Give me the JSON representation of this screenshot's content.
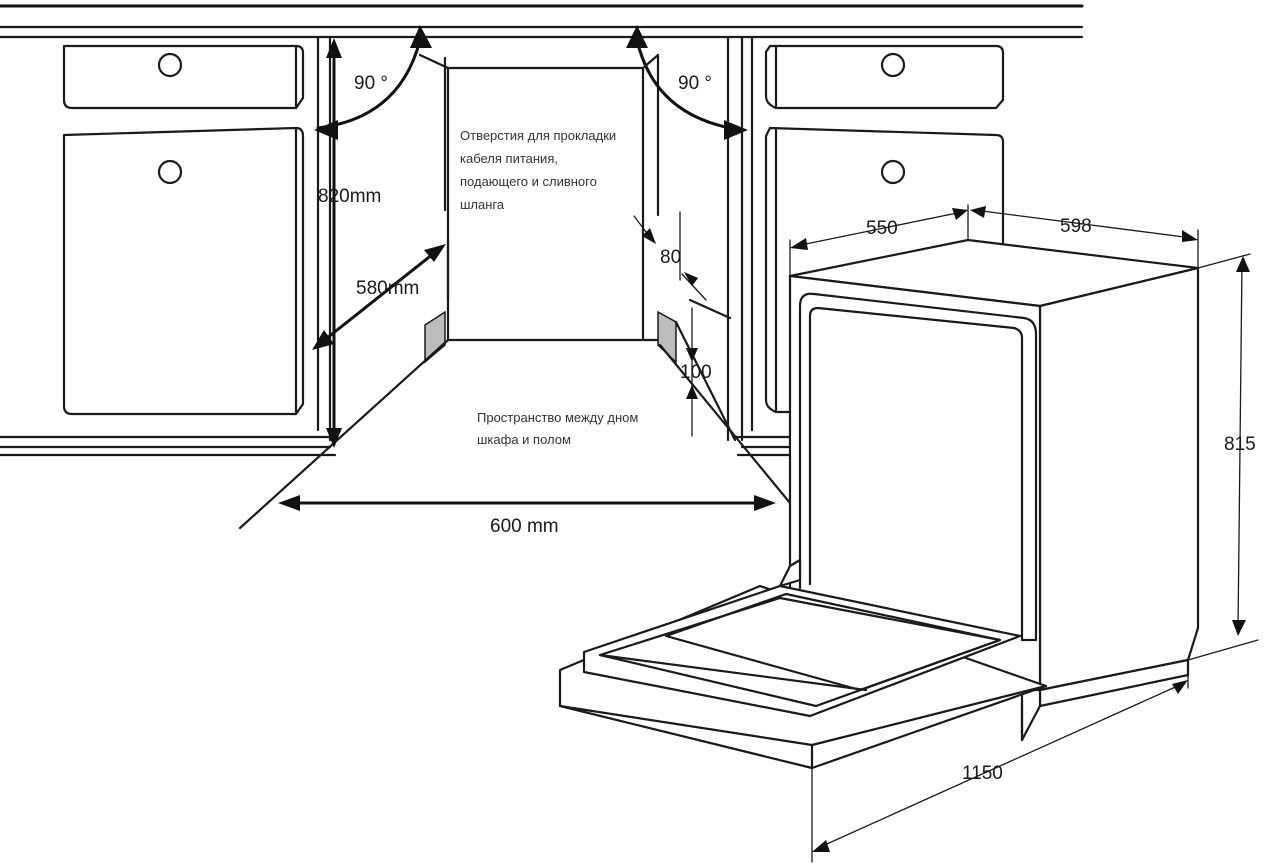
{
  "labels": {
    "angle_left": "90 °",
    "angle_right": "90 °",
    "height_820": "820mm",
    "depth_580": "580mm",
    "width_600": "600 mm",
    "hole_80": "80",
    "gap_100": "100",
    "dim_550": "550",
    "dim_598": "598",
    "dim_815": "815",
    "dim_1150": "1150"
  },
  "notes": {
    "holes_line1": "Отверстия для прокладки",
    "holes_line2": "кабеля питания,",
    "holes_line3": "подающего и сливного",
    "holes_line4": "шланга",
    "space_line1": "Пространство между дном",
    "space_line2": "шкафа и полом"
  }
}
